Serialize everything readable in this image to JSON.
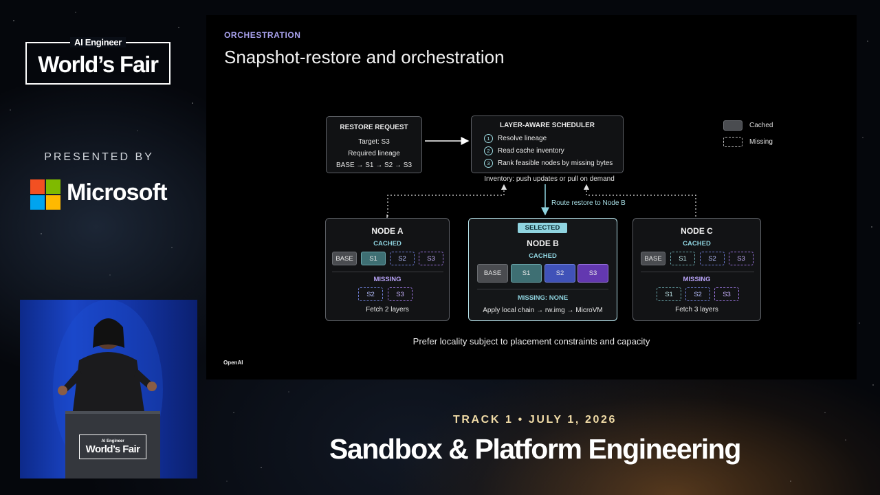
{
  "branding": {
    "event_top": "AI Engineer",
    "event_name": "World’s Fair",
    "presented_by": "PRESENTED BY",
    "sponsor": "Microsoft"
  },
  "podium": {
    "top": "AI Engineer",
    "name": "World’s Fair"
  },
  "slide": {
    "kicker": "ORCHESTRATION",
    "title": "Snapshot-restore and orchestration",
    "brand": "OpenAI",
    "footer": "Prefer locality subject to placement constraints and capacity",
    "restore_request": {
      "title": "RESTORE REQUEST",
      "target": "Target: S3",
      "lineage_label": "Required lineage",
      "lineage": "BASE → S1 → S2 → S3"
    },
    "scheduler": {
      "title": "LAYER-AWARE SCHEDULER",
      "steps": [
        {
          "num": "1",
          "text": "Resolve lineage"
        },
        {
          "num": "2",
          "text": "Read cache inventory"
        },
        {
          "num": "3",
          "text": "Rank feasible nodes by missing bytes"
        }
      ]
    },
    "inventory_note": "Inventory: push updates or pull on demand",
    "route_note": "Route restore to Node B",
    "legend": {
      "cached": "Cached",
      "missing": "Missing"
    },
    "nodes": {
      "a": {
        "name": "NODE A",
        "cached_label": "CACHED",
        "cached": [
          "BASE",
          "S1",
          "S2",
          "S3"
        ],
        "missing_label": "MISSING",
        "missing": [
          "S2",
          "S3"
        ],
        "footer": "Fetch 2 layers"
      },
      "b": {
        "badge": "SELECTED",
        "name": "NODE B",
        "cached_label": "CACHED",
        "cached": [
          "BASE",
          "S1",
          "S2",
          "S3"
        ],
        "missing_label": "MISSING: NONE",
        "footer": "Apply local chain → rw.img → MicroVM"
      },
      "c": {
        "name": "NODE C",
        "cached_label": "CACHED",
        "cached": [
          "BASE",
          "S1",
          "S2",
          "S3"
        ],
        "missing_label": "MISSING",
        "missing": [
          "S1",
          "S2",
          "S3"
        ],
        "footer": "Fetch 3 layers"
      }
    }
  },
  "track": "TRACK 1 • JULY 1, 2026",
  "session_title": "Sandbox & Platform Engineering",
  "colors": {
    "accent_teal": "#8fd4e0",
    "accent_purple": "#b8a3f7",
    "track_gold": "#f1dca7"
  }
}
